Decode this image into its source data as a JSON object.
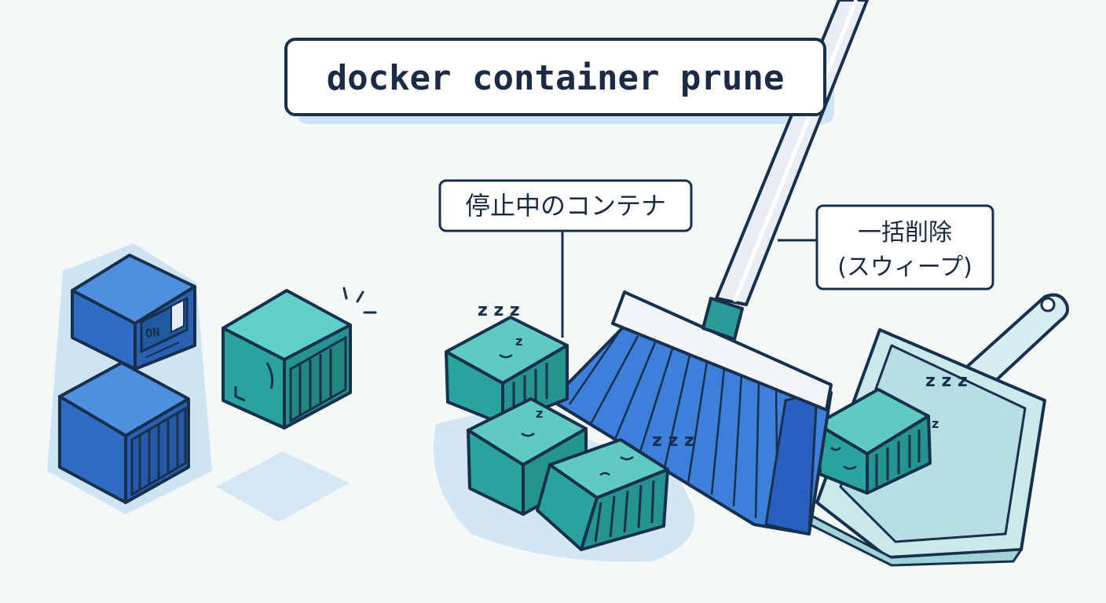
{
  "command": {
    "text": "docker container prune"
  },
  "callouts": {
    "stopped_containers": "停止中のコンテナ",
    "bulk_delete_line1": "一括削除",
    "bulk_delete_line2": "(スウィープ)"
  },
  "running_container": {
    "switch_label": "ON"
  },
  "sleep_marks": {
    "zzz": "z z z",
    "z": "z"
  },
  "colors": {
    "running_blue": "#2f6cc4",
    "stopped_teal": "#2a9b96",
    "outline": "#17304d",
    "broom_blue": "#3e7fdc",
    "dustpan": "#cde9ec",
    "shadow": "#cce2f2"
  }
}
